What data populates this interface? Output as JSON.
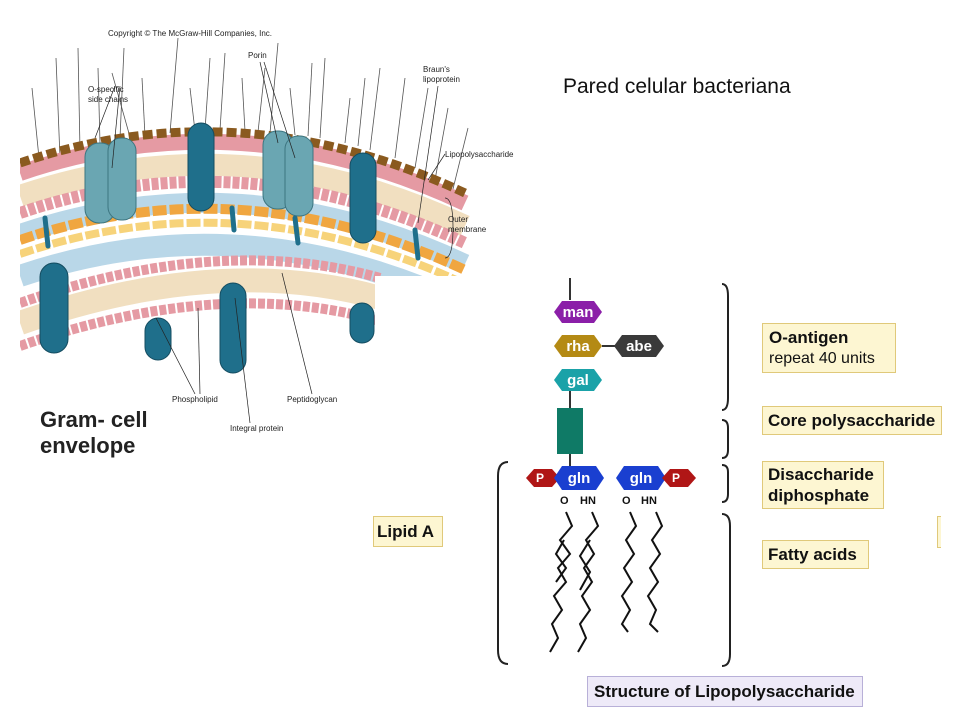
{
  "title": "Pared celular bacteriana",
  "envelope": {
    "copyright": "Copyright © The McGraw-Hill Companies, Inc.",
    "labels": {
      "o_specific": [
        "O-specific",
        "side chains"
      ],
      "porin": "Porin",
      "brauns": [
        "Braun's",
        "lipoprotein"
      ],
      "lps": "Lipopolysaccharide",
      "outer_membrane": [
        "Outer",
        "membrane"
      ],
      "phospholipid": "Phospholipid",
      "peptidoglycan": "Peptidoglycan",
      "integral_protein": "Integral protein"
    },
    "caption": [
      "Gram- cell",
      "envelope"
    ]
  },
  "lps": {
    "sugars": {
      "man": "man",
      "rha": "rha",
      "abe": "abe",
      "gal": "gal",
      "gln_left": "gln",
      "gln_right": "gln",
      "p_left": "P",
      "p_right": "P"
    },
    "atoms": {
      "o_left": "O",
      "hn_left": "HN",
      "o_right": "O",
      "hn_right": "HN"
    },
    "boxes": {
      "o_antigen": "O-antigen",
      "o_antigen_sub": "repeat 40 units",
      "core": "Core polysaccharide",
      "disaccharide": [
        "Disaccharide",
        "diphosphate"
      ],
      "fatty": "Fatty acids",
      "lipid_a": "Lipid A",
      "structure": "Structure of Lipopolysaccharide"
    },
    "colors": {
      "man": "#8b1fa8",
      "rha": "#b48a14",
      "abe": "#3a3a3a",
      "gal": "#1aa2a8",
      "core": "#0f7a66",
      "gln": "#1a3fd0",
      "phosphate": "#b01616",
      "box_fill": "#fdf6d2"
    }
  }
}
